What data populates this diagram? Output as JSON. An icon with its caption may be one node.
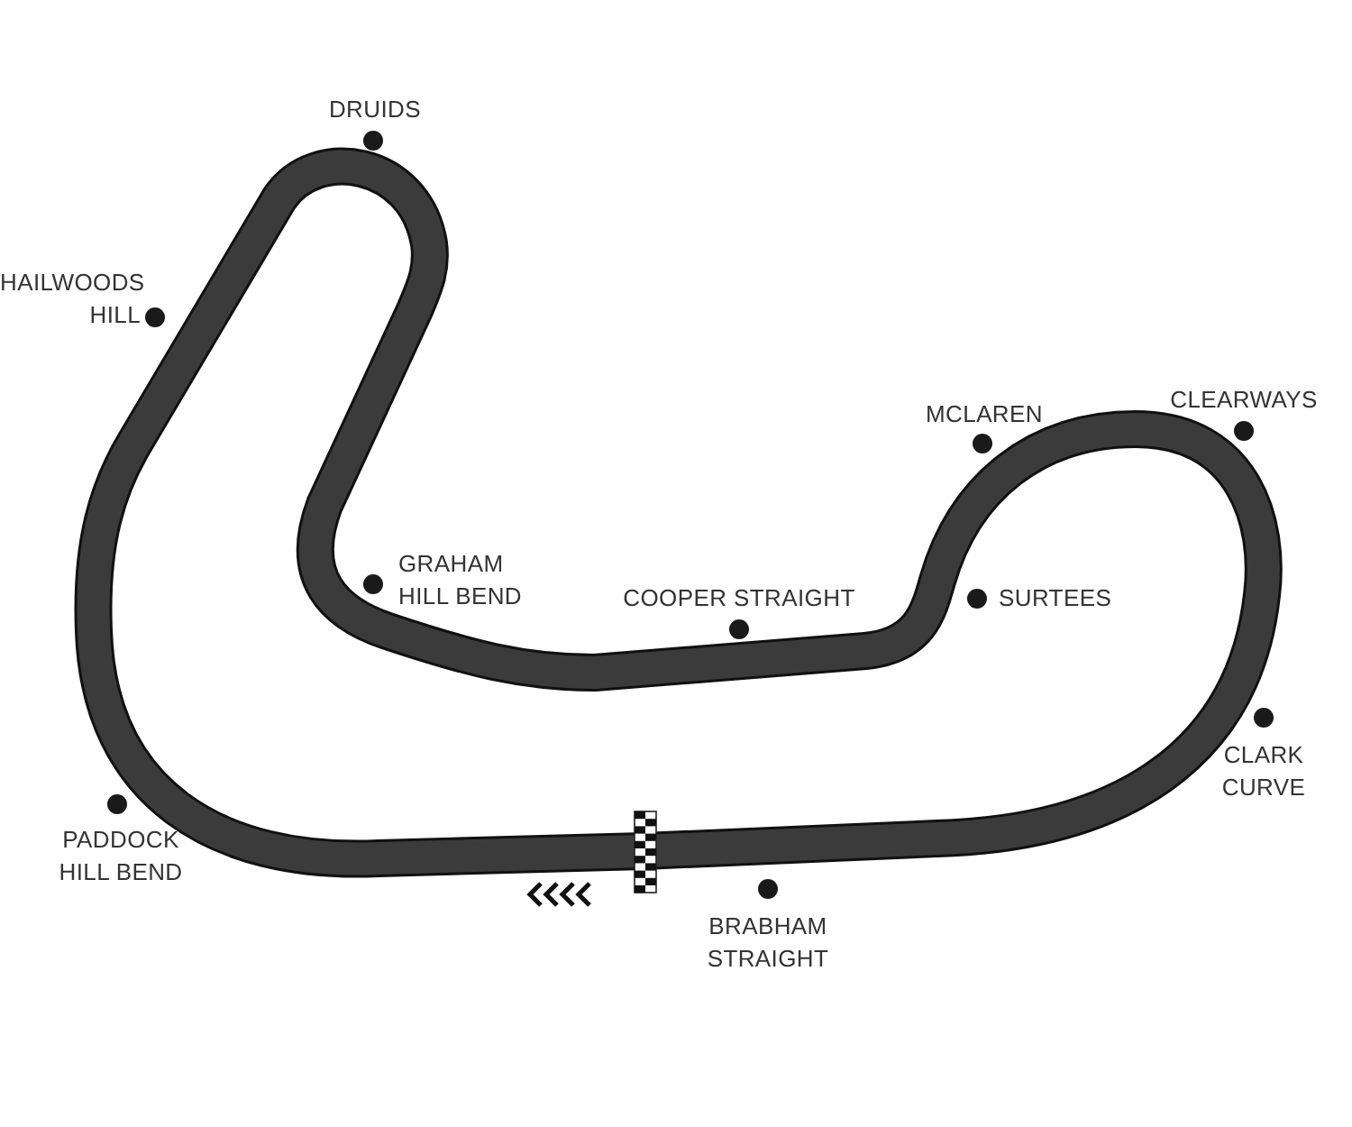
{
  "diagram": {
    "labels": [
      "DRUIDS",
      "HAILWOODS HILL",
      "MCLAREN",
      "CLEARWAYS",
      "GRAHAM HILL BEND",
      "COOPER STRAIGHT",
      "SURTEES",
      "CLARK CURVE",
      "PADDOCK HILL BEND",
      "BRABHAM STRAIGHT"
    ]
  }
}
